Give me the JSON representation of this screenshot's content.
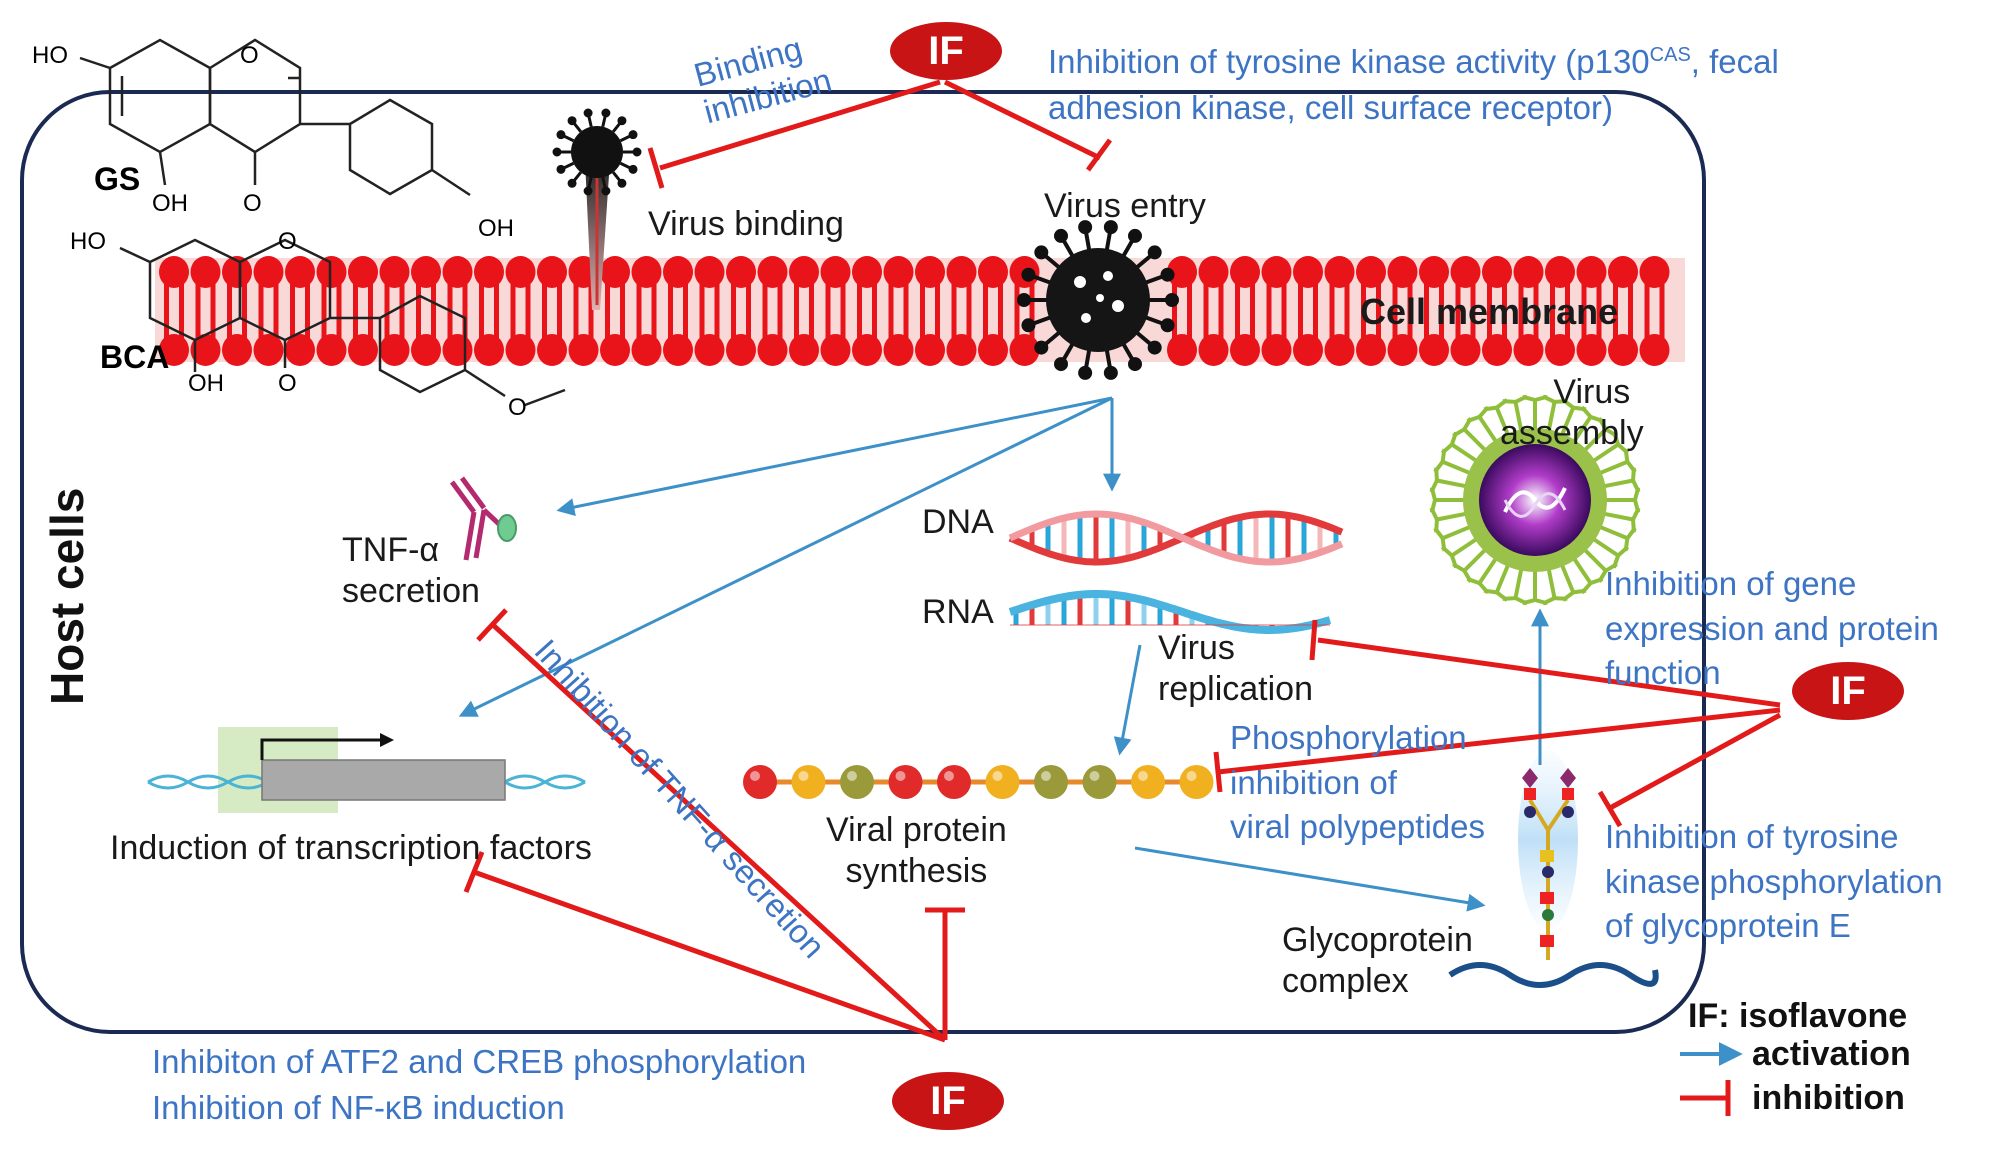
{
  "labels": {
    "binding_inhibition_1": "Binding",
    "binding_inhibition_2": "inhibition",
    "tyrosine_top_1a": "Inhibition of tyrosine kinase activity (p130",
    "tyrosine_top_sup": "CAS",
    "tyrosine_top_1b": ", fecal",
    "tyrosine_top_2": "adhesion kinase, cell surface receptor)",
    "virus_binding": "Virus binding",
    "virus_entry": "Virus entry",
    "cell_membrane": "Cell membrane",
    "gs": "GS",
    "bca": "BCA",
    "host_cells": "Host cells",
    "virus_assembly_1": "Virus",
    "virus_assembly_2": "assembly",
    "tnf_1": "TNF-α",
    "tnf_2": "secretion",
    "dna": "DNA",
    "rna": "RNA",
    "virus_replication_1": "Virus",
    "virus_replication_2": "replication",
    "gene_expr_1": "Inhibition of gene",
    "gene_expr_2": "expression and protein",
    "gene_expr_3": "function",
    "tnf_inhib": "Inhibition of TNF-α secretion",
    "phospho_1": "Phosphorylation",
    "phospho_2": "inhibition of",
    "phospho_3": "viral polypeptides",
    "transcription": "Induction of transcription factors",
    "viral_protein_1": "Viral protein",
    "viral_protein_2": "synthesis",
    "tyrosine_e_1": "Inhibition of tyrosine",
    "tyrosine_e_2": "kinase phosphorylation",
    "tyrosine_e_3": "of glycoprotein E",
    "glyco_1": "Glycoprotein",
    "glyco_2": "complex",
    "atf2": "Inhibiton of ATF2 and CREB phosphorylation",
    "nfkb": "Inhibition of NF-κB induction",
    "if_badge": "IF",
    "legend_if": "IF: isoflavone",
    "legend_activation": "activation",
    "legend_inhibition": "inhibition",
    "chem_ho": "HO",
    "chem_oh": "OH",
    "chem_o": "O"
  },
  "colors": {
    "inhibition": "#e21a1a",
    "activation": "#3d90c8",
    "text_blue": "#3d74c3",
    "membrane": "#e8141a",
    "badge": "#c81414",
    "border": "#1b2a52"
  }
}
